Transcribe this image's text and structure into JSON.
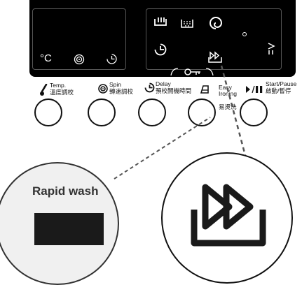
{
  "buttons": {
    "temp": {
      "en": "Temp.",
      "zh": "溫度調校"
    },
    "spin": {
      "en": "Spin",
      "zh": "轉速調校"
    },
    "delay": {
      "en": "Delay",
      "zh": "預校開機時間"
    },
    "easy": {
      "en": "Easy\nIroning",
      "zh": "易燙洗"
    },
    "start": {
      "en": "Start/Pause",
      "zh": "啟動/暫停"
    }
  },
  "display": {
    "temp_symbol": "°C"
  },
  "zoom": {
    "rapid_label": "Rapid wash"
  },
  "icons": [
    "thermometer-icon",
    "spin-icon",
    "delay-icon",
    "iron-icon",
    "play-pause-icon",
    "rapid-wash-icon",
    "lock-icon"
  ]
}
